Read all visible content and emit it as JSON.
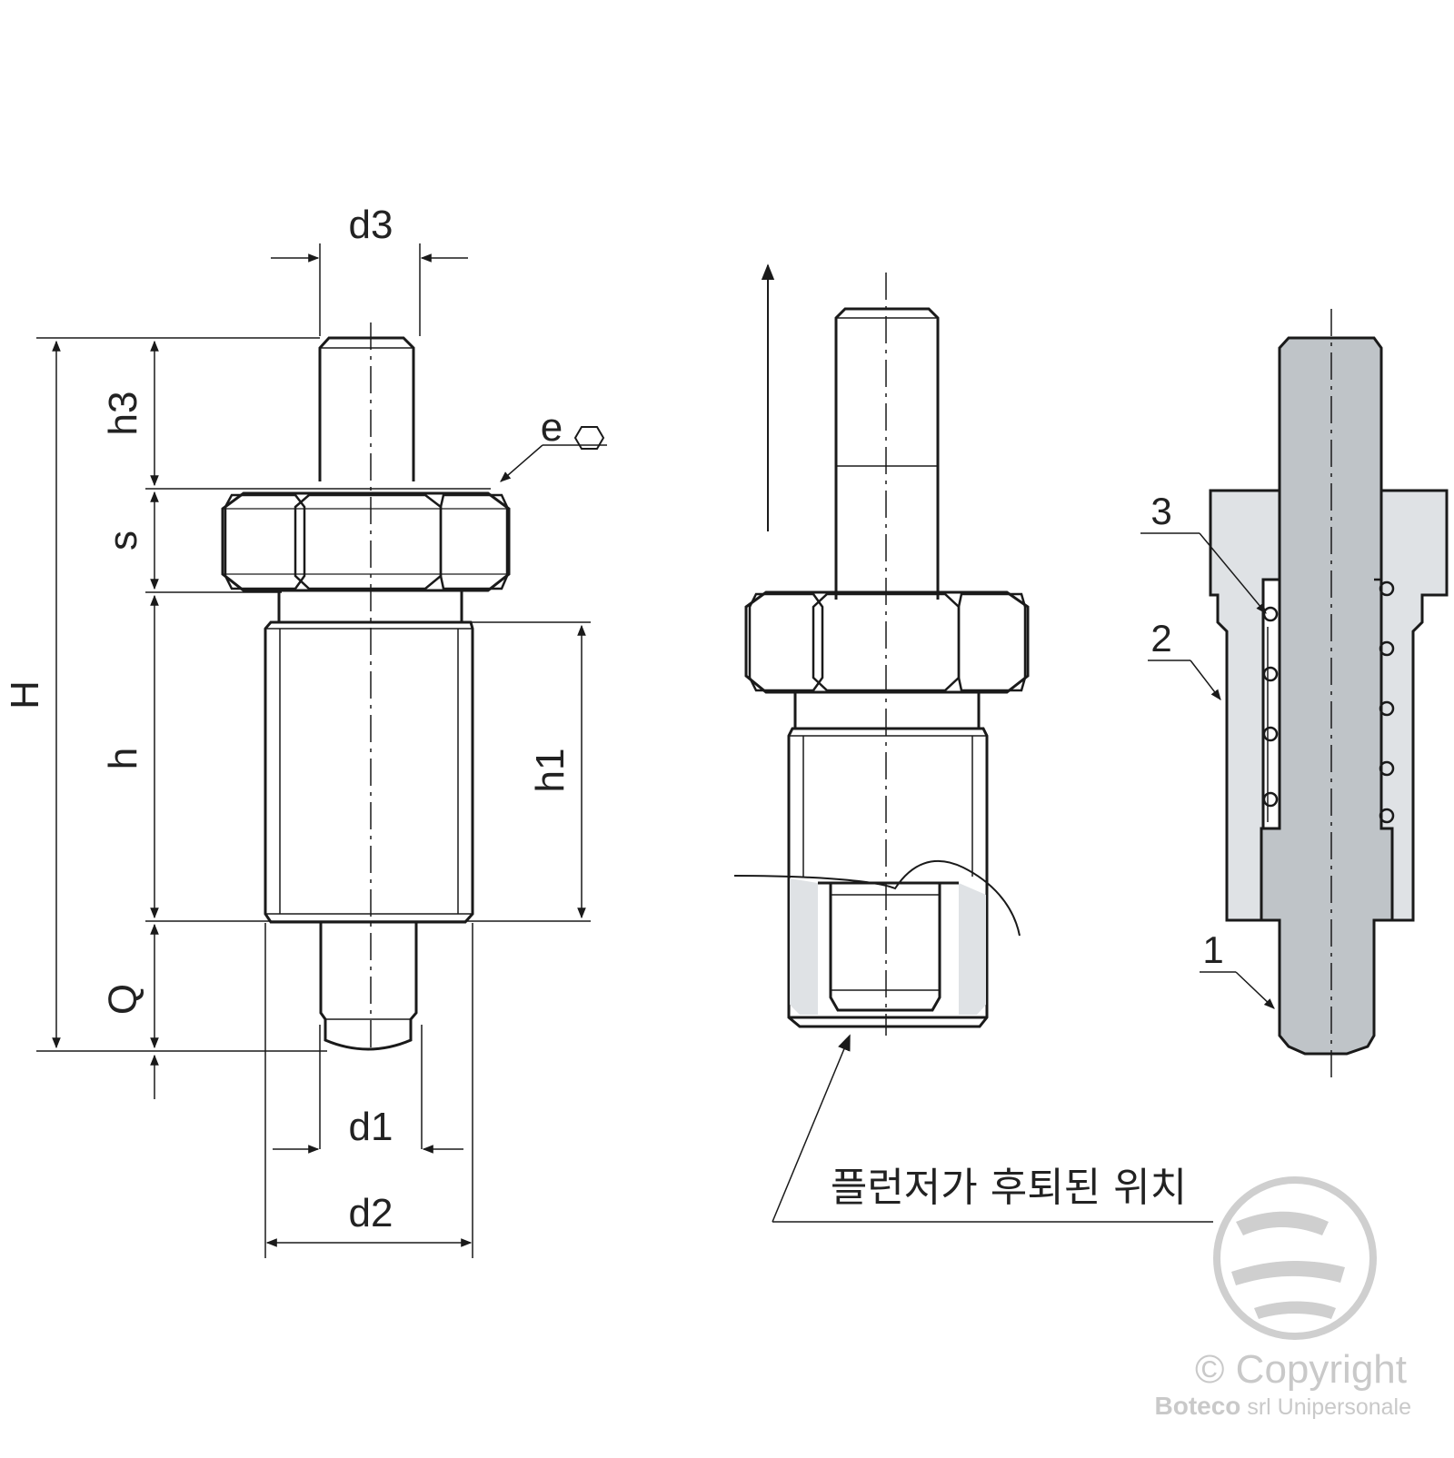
{
  "dimensions": {
    "d3": "d3",
    "h3": "h3",
    "s": "s",
    "e": "e",
    "H": "H",
    "h": "h",
    "h1": "h1",
    "Q": "Q",
    "d1": "d1",
    "d2": "d2"
  },
  "parts": {
    "p1": "1",
    "p2": "2",
    "p3": "3"
  },
  "note": "플런저가 후퇴된 위치",
  "watermark": {
    "line1": "© Copyright",
    "line2_bold": "Boteco",
    "line2_rest": " srl Unipersonale"
  },
  "colors": {
    "line": "#1a1a1a",
    "section_fill": "#dfe2e5",
    "plunger_fill": "#bfc4c8",
    "watermark": "#c9c9c9"
  }
}
